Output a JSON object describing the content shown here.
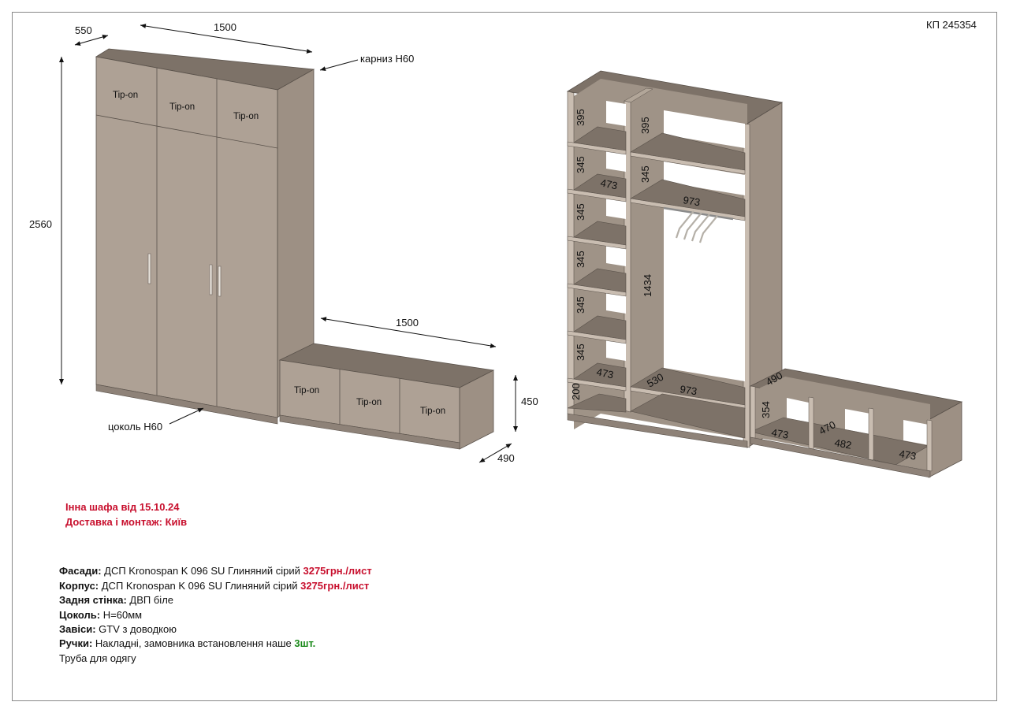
{
  "doc_code": "КП 245354",
  "colors": {
    "panel_front": "#aea195",
    "panel_side": "#9d9084",
    "panel_top": "#7d7268",
    "panel_edge": "#c9bdb1",
    "line": "#5a524b",
    "accent_red": "#c8102e",
    "accent_green": "#1a8a1a"
  },
  "wardrobe": {
    "dim_depth": "550",
    "dim_width": "1500",
    "dim_height": "2560",
    "cornice_label": "карниз H60",
    "plinth_label": "цоколь H60",
    "tip_labels": [
      "Tip-on",
      "Tip-on",
      "Tip-on"
    ]
  },
  "bench": {
    "dim_width": "1500",
    "dim_height": "450",
    "dim_depth": "490",
    "tip_labels": [
      "Tip-on",
      "Tip-on",
      "Tip-on"
    ]
  },
  "interior": {
    "left_column": [
      "395",
      "345",
      "345",
      "345",
      "345",
      "345",
      "200"
    ],
    "left_width": [
      "473",
      "473"
    ],
    "right_column": [
      "395",
      "345"
    ],
    "right_width": "973",
    "hanging_height": "1434",
    "bottom_depth": "530",
    "bottom_width": "973",
    "bench_depth": "490",
    "bench_height": "354",
    "bench_sections": [
      "473",
      "482",
      "473"
    ],
    "bench_inner_depth": "470"
  },
  "notes": {
    "line1": "Інна шафа від 15.10.24",
    "line2": "Доставка і монтаж: Київ"
  },
  "specs": [
    {
      "label": "Фасади:",
      "text": " ДСП Kronospan K 096 SU Глиняний сірий ",
      "price": "3275грн./лист"
    },
    {
      "label": "Корпус:",
      "text": " ДСП Kronospan K 096 SU Глиняний сірий ",
      "price": "3275грн./лист"
    },
    {
      "label": "Задня стінка:",
      "text": "  ДВП біле"
    },
    {
      "label": "Цоколь:",
      "text": " H=60мм"
    },
    {
      "label": "Завіси:",
      "text": " GTV з доводкою"
    },
    {
      "label": "Ручки:",
      "text": " Накладні, замовника встановлення наше ",
      "qty": "3шт."
    },
    {
      "text": "Труба для одягу"
    }
  ]
}
